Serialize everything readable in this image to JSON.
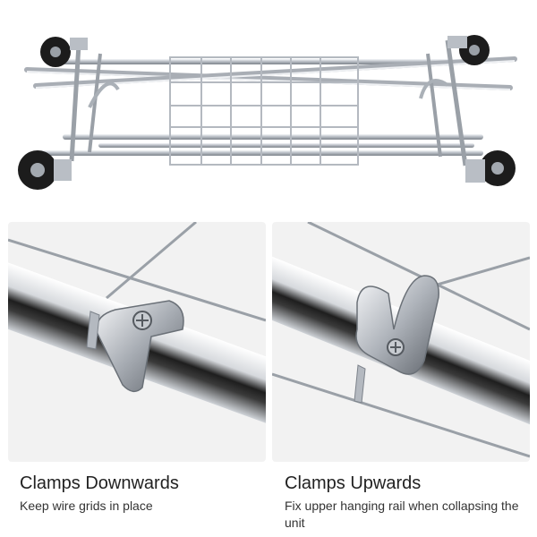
{
  "colors": {
    "background": "#ffffff",
    "panel": "#f2f2f2",
    "chrome": "#c8ccd2",
    "wheel": "#1c1c1c",
    "title_text": "#222222",
    "body_text": "#333333"
  },
  "product_photo": {
    "subject": "folding-garment-rack-icon"
  },
  "detail_left": {
    "title": "Clamps Downwards",
    "description": "Keep wire grids in place"
  },
  "detail_right": {
    "title": "Clamps Upwards",
    "description": "Fix upper hanging rail when collapsing the unit"
  }
}
